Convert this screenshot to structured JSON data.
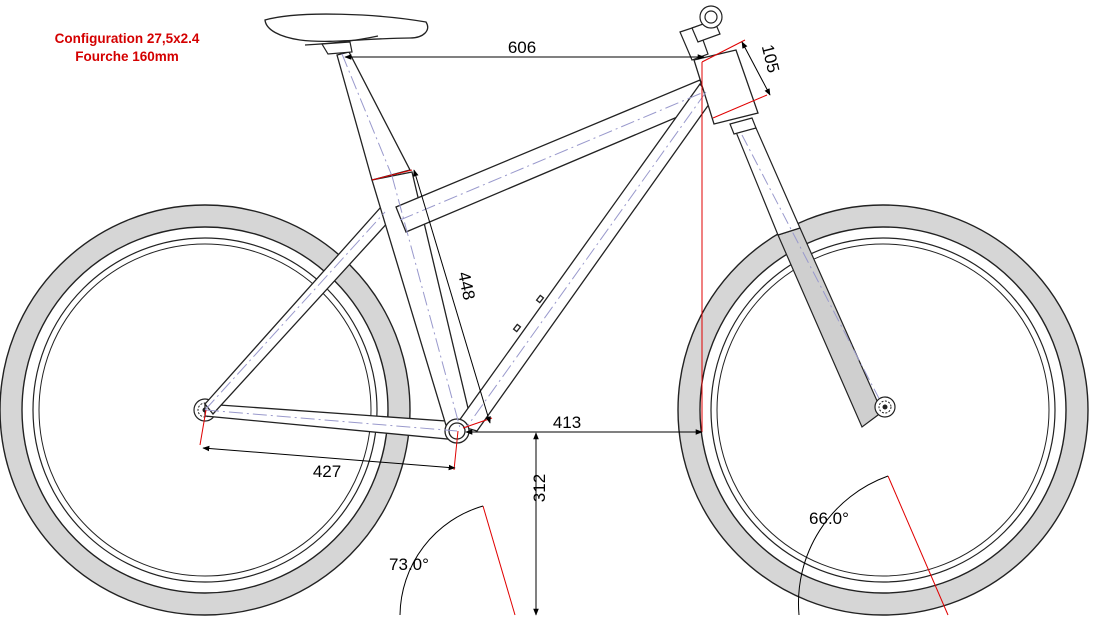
{
  "caption": {
    "line1": "Configuration 27,5x2.4",
    "line2": "Fourche 160mm"
  },
  "dimensions": {
    "effective_top_tube": "606",
    "head_tube": "105",
    "seat_tube": "448",
    "reach": "413",
    "chainstay": "427",
    "bb_height": "312",
    "seat_angle": "73.0°",
    "head_angle": "66.0°"
  },
  "colors": {
    "caption": "#d40000",
    "frame_stroke": "#222222",
    "tire_fill": "#d6d6d6",
    "fork_fill": "#cfcfcf",
    "centerline": "#9999cc",
    "reference_line": "#e00000"
  }
}
